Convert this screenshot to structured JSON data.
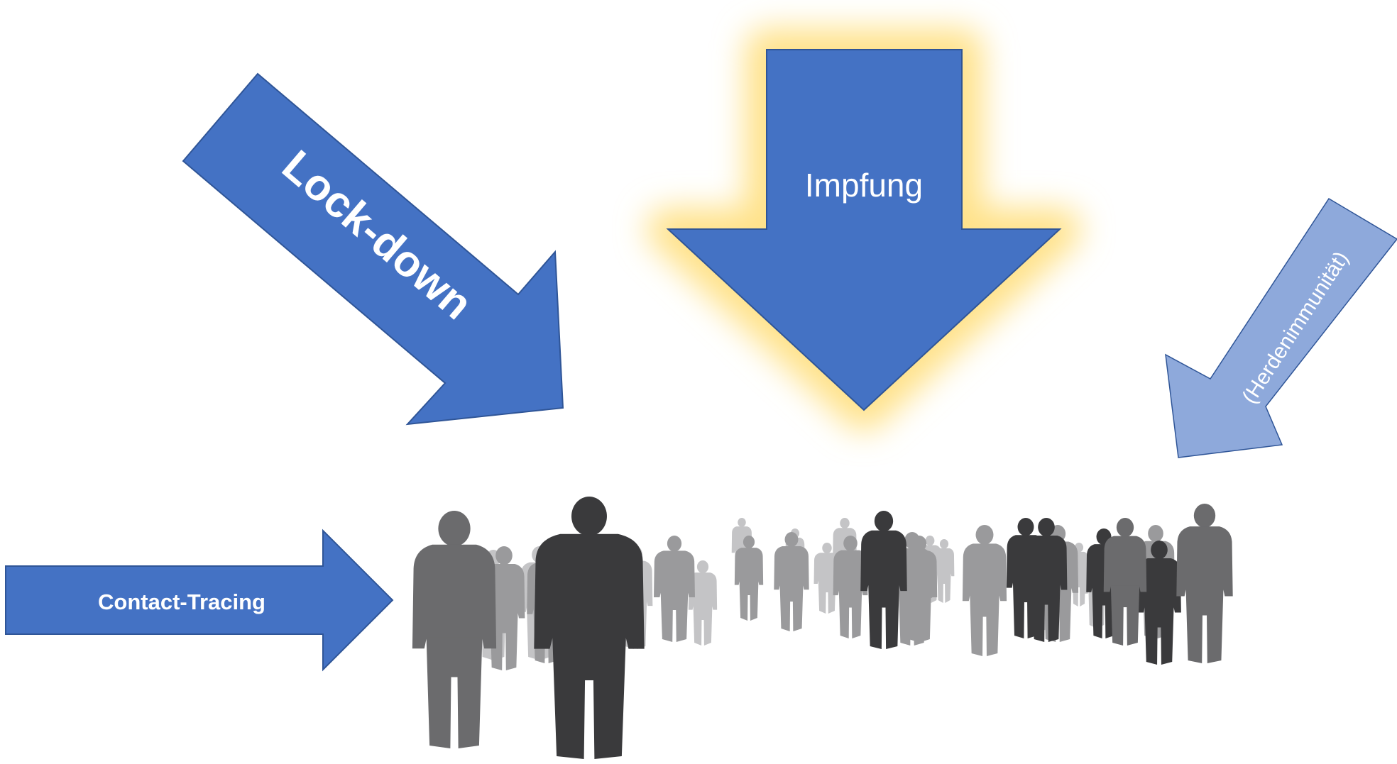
{
  "arrows": {
    "lockdown": {
      "label": "Lock-down",
      "color": "#4472C4"
    },
    "impfung": {
      "label": "Impfung",
      "color": "#4472C4",
      "glow": "#FFE28A"
    },
    "herdenimmunitaet": {
      "label": "(Herdenimmunität)",
      "color": "#8EA9DB"
    },
    "contact_tracing": {
      "label": "Contact-Tracing",
      "color": "#4472C4"
    }
  },
  "crowd": {
    "icon": "people-silhouettes-walking",
    "colors": [
      "#3a3a3c",
      "#6b6b6d",
      "#9a9a9c",
      "#c4c4c6"
    ]
  }
}
